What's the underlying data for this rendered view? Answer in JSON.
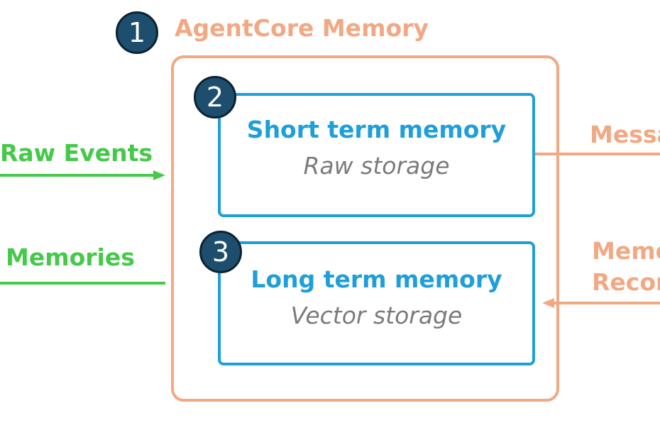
{
  "diagram": {
    "title": "AgentCore Memory",
    "badges": {
      "main": "1",
      "short_term": "2",
      "long_term": "3"
    },
    "short_term": {
      "title": "Short term memory",
      "subtitle": "Raw storage"
    },
    "long_term": {
      "title": "Long term memory",
      "subtitle": "Vector storage"
    },
    "left_labels": {
      "raw_events": "Raw Events",
      "memories": "Memories"
    },
    "right_labels": {
      "messages": "Messa",
      "memory_records_line1": "Memo",
      "memory_records_line2": "Recor"
    },
    "colors": {
      "orange": "#f2a883",
      "blue": "#1f9fd9",
      "green": "#46c94a",
      "badge": "#1d4e6e",
      "gray_text": "#7b7b7b"
    }
  }
}
